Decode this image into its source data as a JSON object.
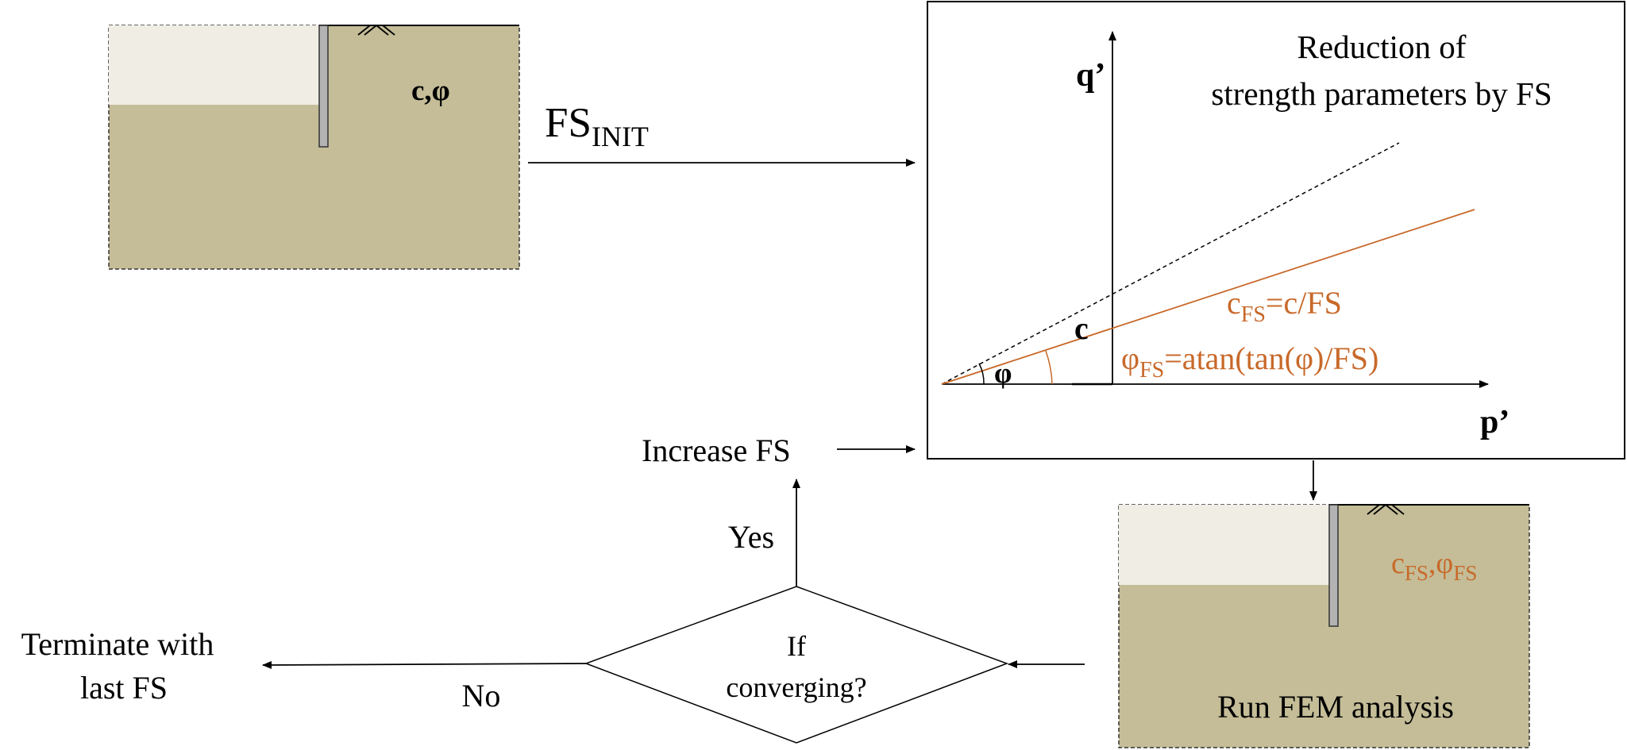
{
  "colors": {
    "soil": "#c4bd98",
    "soil_upper": "#efede4",
    "wall": "#b3b3b3",
    "accent": "#c8692a",
    "line": "#000000"
  },
  "top_model": {
    "label": "c,φ"
  },
  "init_arrow": {
    "fs": "FS",
    "sub": "INIT"
  },
  "plot": {
    "title_line1": "Reduction of",
    "title_line2": "strength parameters by FS",
    "y_axis_label": "q’",
    "x_axis_label": "p’",
    "c_label": "c",
    "phi_label": "φ",
    "cfs_main": "c",
    "cfs_sub": "FS",
    "cfs_rest": "=c/FS",
    "phifs_main": "φ",
    "phifs_sub": "FS",
    "phifs_rest": "=atan(tan(φ)/FS)"
  },
  "increase_fs": "Increase FS",
  "yes_label": "Yes",
  "no_label": "No",
  "decision_line1": "If",
  "decision_line2": "converging?",
  "terminate_line1": "Terminate with",
  "terminate_line2": "last FS",
  "bottom_model": {
    "c_main": "c",
    "c_sub": "FS",
    "sep": ",",
    "phi_main": "φ",
    "phi_sub": "FS",
    "run_label": "Run FEM analysis"
  }
}
